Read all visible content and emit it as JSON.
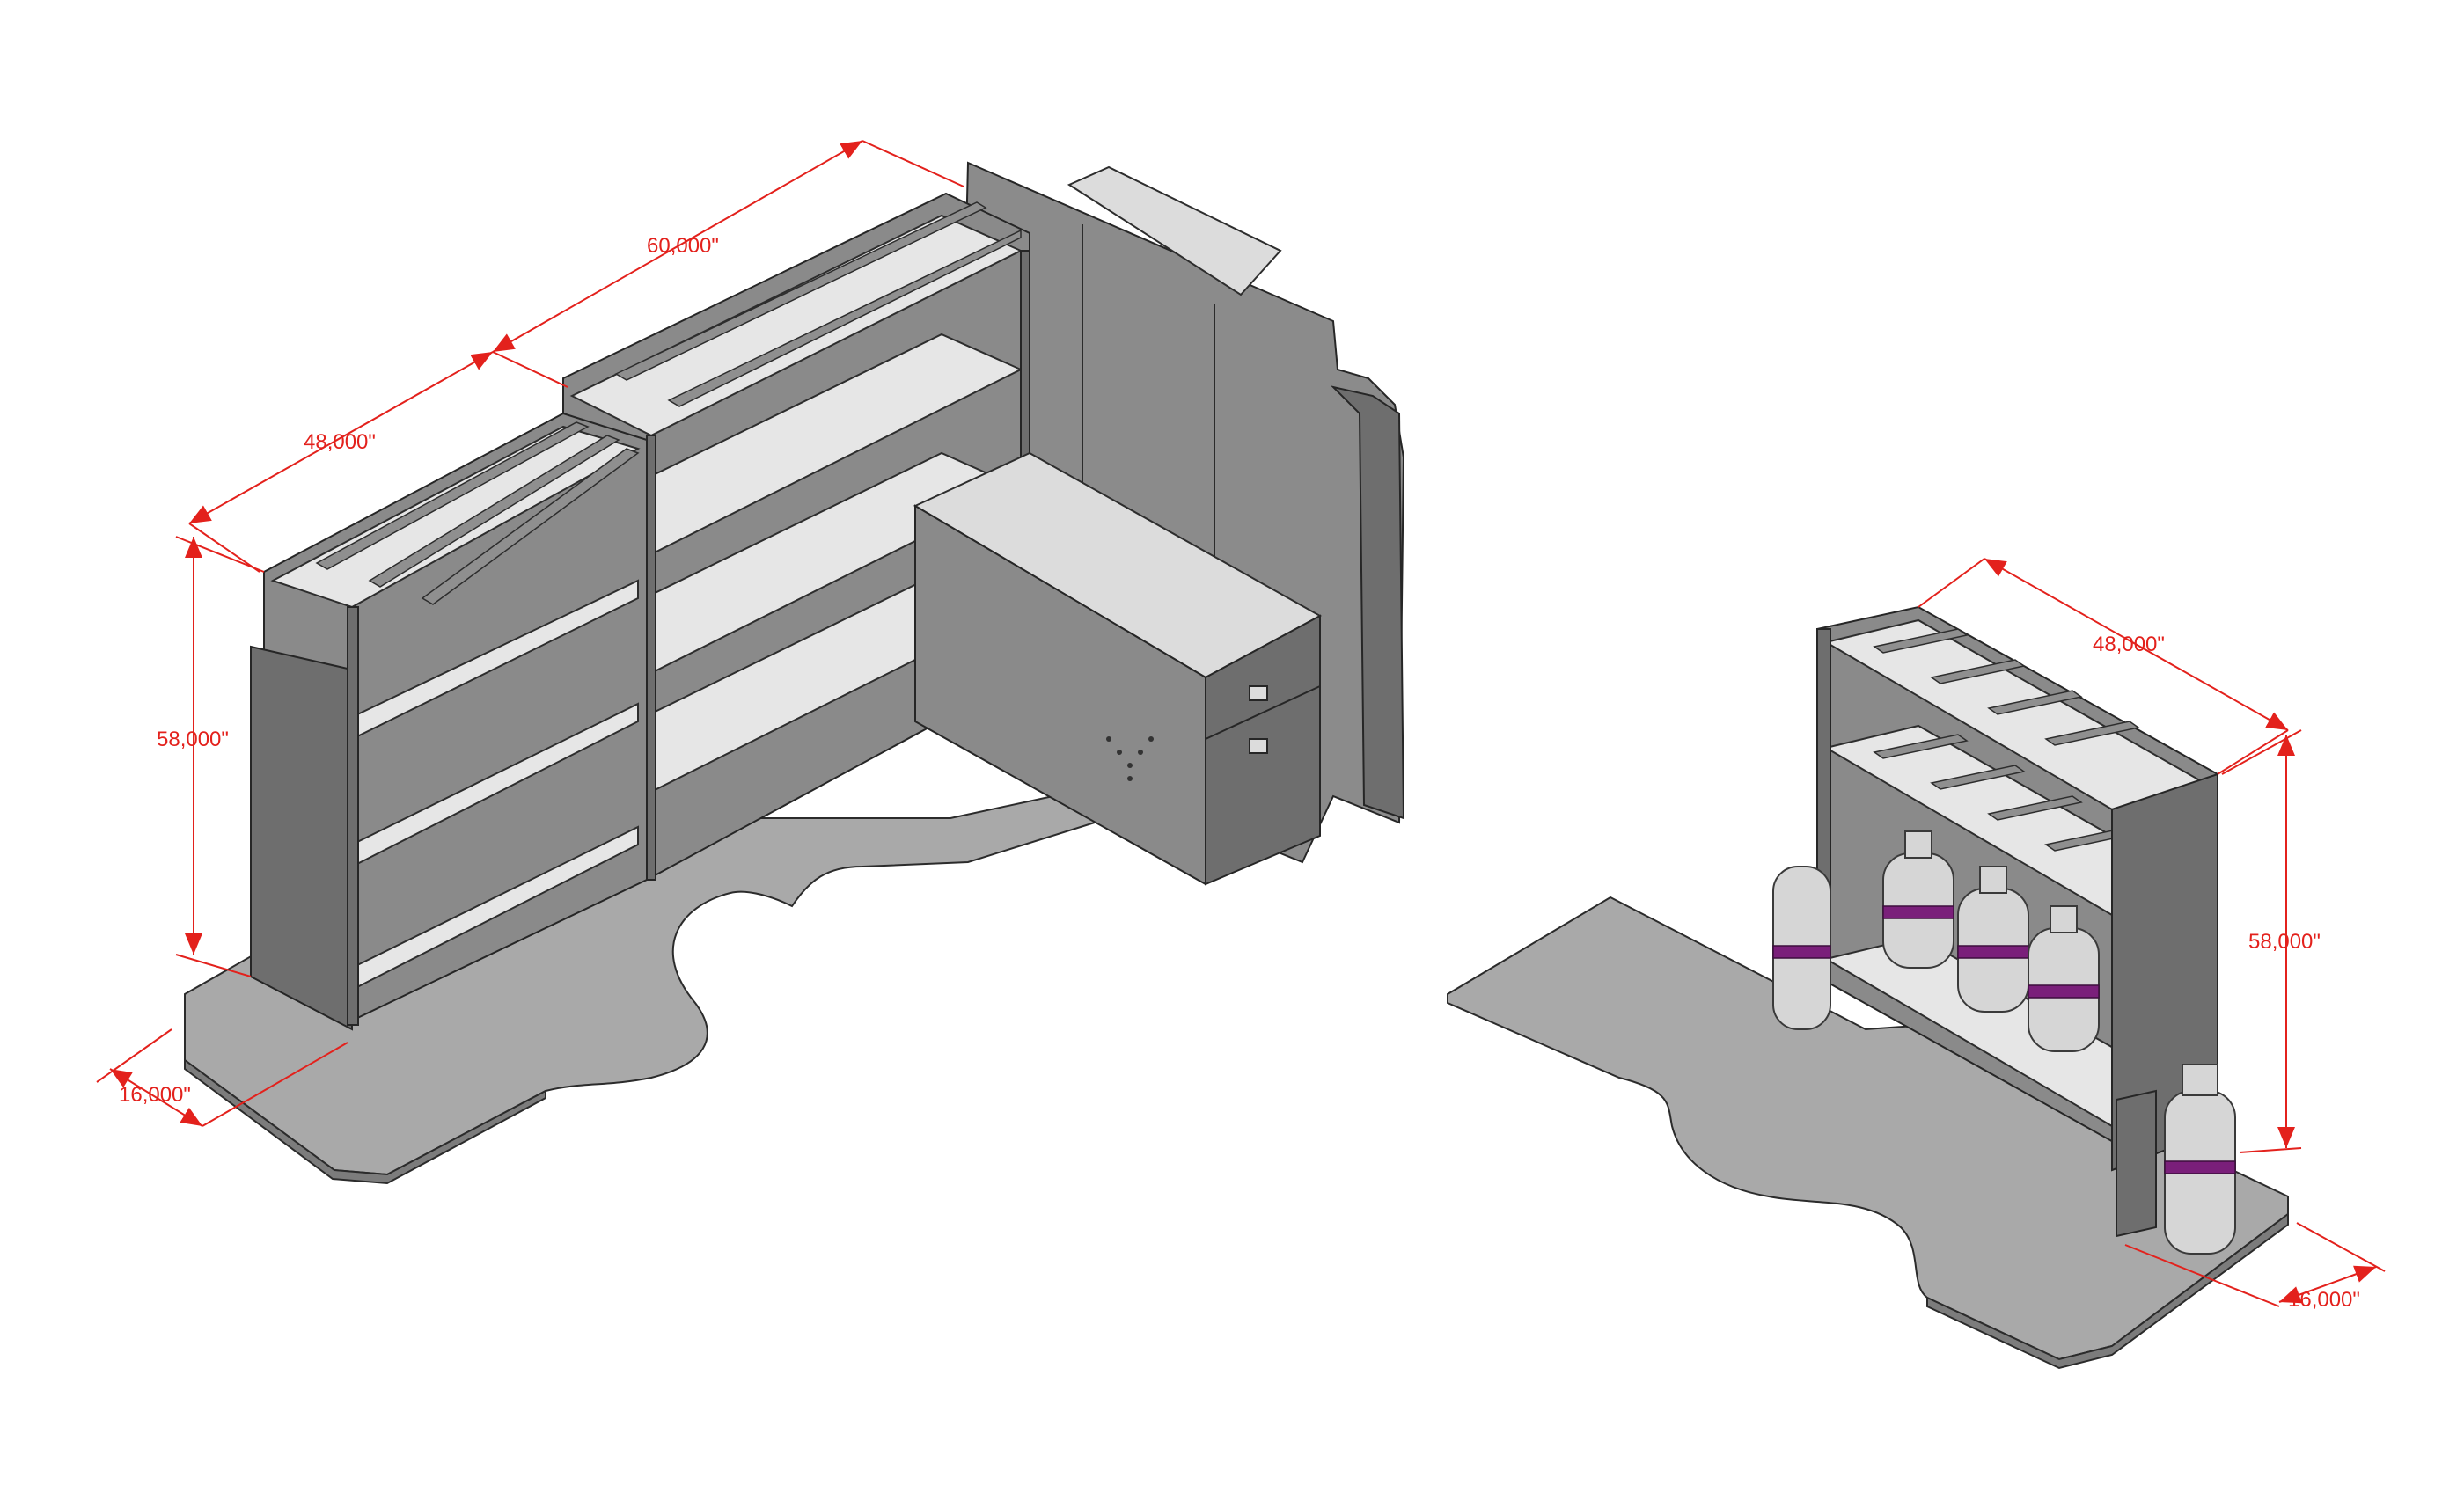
{
  "dimensions": {
    "left": {
      "total_width": "60,000\"",
      "shelf_width": "48,000\"",
      "height": "58,000\"",
      "depth": "16,000\""
    },
    "right": {
      "width": "48,000\"",
      "height": "58,000\"",
      "depth": "16,000\""
    }
  },
  "colors": {
    "dimension": "#e3211c",
    "band": "#7a1f7a",
    "frame": "#8a8a8a",
    "floor": "#a9a9a9"
  }
}
